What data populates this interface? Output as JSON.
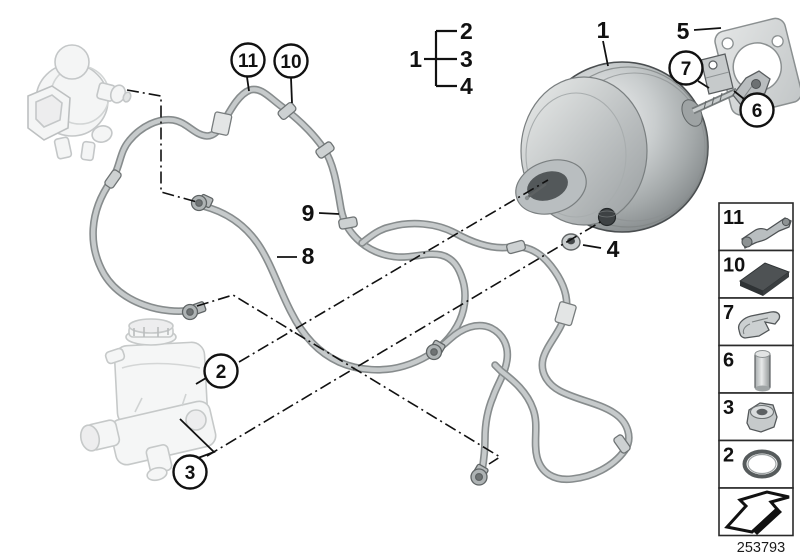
{
  "figure": {
    "type": "vehicle-parts-diagram",
    "subject": "brake servo unit with vacuum pipes, vacuum pump, master cylinder"
  },
  "callouts": {
    "plain": [
      {
        "label": "1",
        "target": "brake-servo-unit"
      },
      {
        "label": "5",
        "target": "gasket"
      },
      {
        "label": "9",
        "target": "vacuum-pipe-upper"
      },
      {
        "label": "8",
        "target": "vacuum-pipe-middle"
      },
      {
        "label": "4",
        "target": "grommet-washer"
      }
    ],
    "bracket": {
      "parent_label": "1",
      "child_labels": [
        "2",
        "3",
        "4"
      ]
    },
    "circled": [
      {
        "label": "11",
        "target": "hose-clamp-bracket"
      },
      {
        "label": "10",
        "target": "adhesive-pad"
      },
      {
        "label": "7",
        "target": "spring-clip"
      },
      {
        "label": "6",
        "target": "pin"
      },
      {
        "label": "2",
        "target": "o-ring-at-reservoir"
      },
      {
        "label": "3",
        "target": "hex-nut-at-master-cylinder"
      }
    ]
  },
  "legend": {
    "items": [
      {
        "label": "11",
        "icon": "hose-clamp-bracket-icon"
      },
      {
        "label": "10",
        "icon": "adhesive-pad-icon"
      },
      {
        "label": "7",
        "icon": "spring-clip-icon"
      },
      {
        "label": "6",
        "icon": "pin-icon"
      },
      {
        "label": "3",
        "icon": "hex-nut-icon"
      },
      {
        "label": "2",
        "icon": "o-ring-icon"
      },
      {
        "label": "",
        "icon": "replacement-arrow-icon"
      }
    ]
  },
  "footer": {
    "diagram_number": "253793"
  },
  "colors": {
    "background": "#ffffff",
    "line": "#1a1a1a",
    "hose_core": "#c3c7c8",
    "hose_edge": "#878c8d",
    "ghost": "#c9cccc",
    "metal_dark": "#4e5254"
  }
}
